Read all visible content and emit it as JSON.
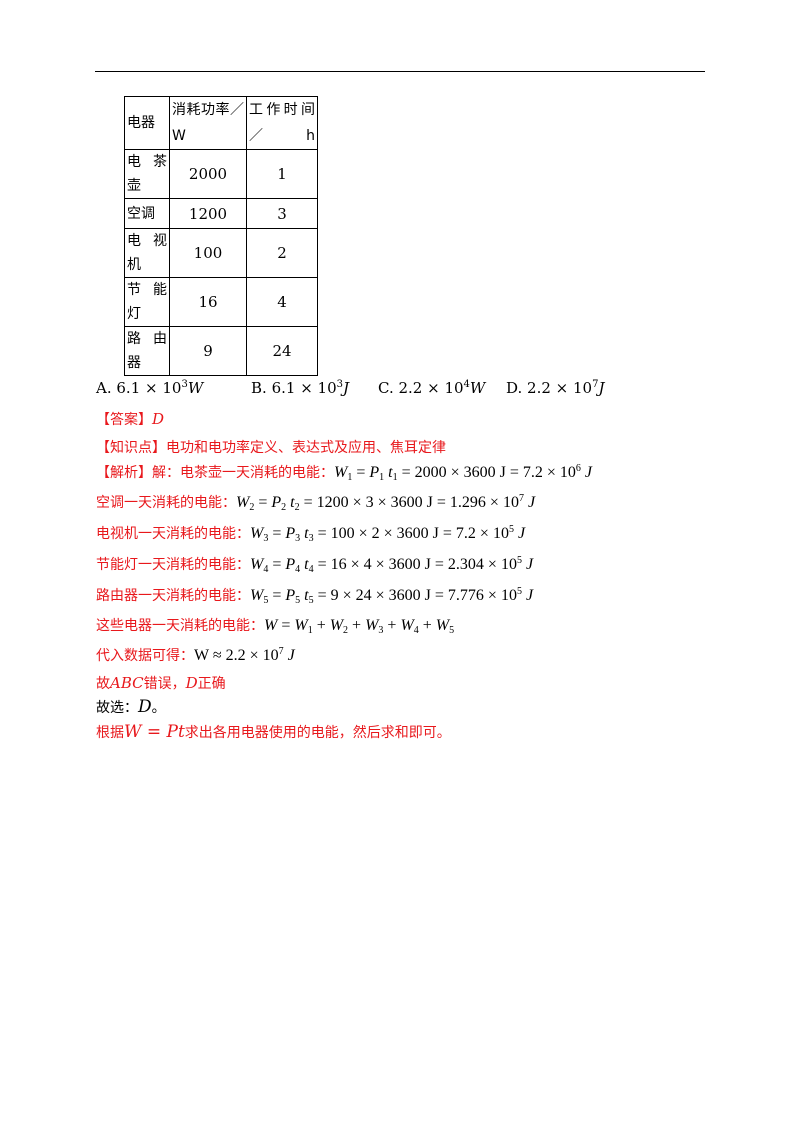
{
  "table": {
    "headers": [
      "电器",
      "消耗功率／W",
      "工作时间／h"
    ],
    "rows": [
      [
        "电茶壶",
        "2000",
        "1"
      ],
      [
        "空调",
        "1200",
        "3"
      ],
      [
        "电视机",
        "100",
        "2"
      ],
      [
        "节能灯",
        "16",
        "4"
      ],
      [
        "路由器",
        "9",
        "24"
      ]
    ]
  },
  "options": {
    "a_label": "A.",
    "a_mant": "6.1 × 10",
    "a_exp": "3",
    "a_unit": "W",
    "b_label": "B.",
    "b_mant": "6.1 × 10",
    "b_exp": "3",
    "b_unit": "J",
    "c_label": "C.",
    "c_mant": "2.2 × 10",
    "c_exp": "4",
    "c_unit": "W",
    "d_label": "D.",
    "d_mant": "2.2 × 10",
    "d_exp": "7",
    "d_unit": "J"
  },
  "answer": {
    "label": "【答案】",
    "value": "D"
  },
  "knowledge": {
    "label": "【知识点】",
    "text": "电功和电功率定义、表达式及应用、焦耳定律"
  },
  "analysis": {
    "label": "【解析】",
    "l1_text": "解：电茶壶一天消耗的电能：",
    "l2_text": "空调一天消耗的电能：",
    "l3_text": "电视机一天消耗的电能：",
    "l4_text": "节能灯一天消耗的电能：",
    "l5_text": "路由器一天消耗的电能：",
    "l6_text": "这些电器一天消耗的电能：",
    "l7_text": "代入数据可得：",
    "l8_a": "故",
    "l8_abc": "ABC",
    "l8_b": "错误，",
    "l8_d": "D",
    "l8_c": "正确",
    "l9_text": "故选：",
    "l9_d": "D",
    "l9_end": "。",
    "l10_a": "根据",
    "l10_formula": "W = Pt",
    "l10_b": "求出各用电器使用的电能，然后求和即可。"
  },
  "formulas": {
    "f1": "2000 × 3600 J = 7.2 × 10",
    "f1_exp": "6",
    "f2": "1200 × 3 × 3600 J = 1.296 × 10",
    "f2_exp": "7",
    "f3": "100 × 2 × 3600 J = 7.2 × 10",
    "f3_exp": "5",
    "f4": "16 × 4 × 3600 J = 2.304 × 10",
    "f4_exp": "5",
    "f5": "9 × 24 × 3600 J = 7.776 × 10",
    "f5_exp": "5",
    "f7": "W ≈ 2.2 × 10",
    "f7_exp": "7"
  }
}
